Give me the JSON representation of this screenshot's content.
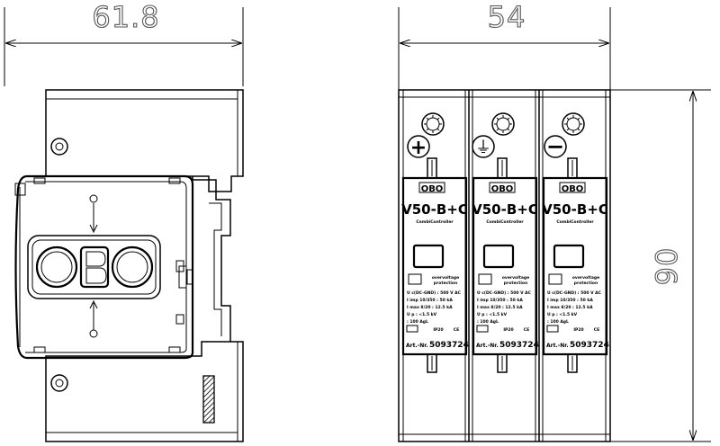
{
  "dimensions": {
    "left_width": "61.8",
    "middle_width": "54",
    "height": "90"
  },
  "side_view": {
    "logo_letters": [
      "O",
      "B",
      "O"
    ]
  },
  "modules": [
    {
      "polarity": "+",
      "polarity_icon": "plus-icon",
      "brand": "OBO",
      "model": "V50-B+C",
      "subtitle": "CombiController",
      "spec_header_a": "overvoltage",
      "spec_header_b": "protection",
      "spec_lines": [
        "U c(DC-GND) : 500 V AC",
        "I imp 10/350 :  50 kA",
        "I max 8/20  : 12.5 kA",
        "U p        : <1.5 kV",
        "            : 100 AgL"
      ],
      "footer_left": "IP20",
      "footer_right": "CE",
      "art_label": "Art.-Nr.",
      "art_number": "5093724"
    },
    {
      "polarity": "⏚",
      "polarity_icon": "ground-icon",
      "brand": "OBO",
      "model": "V50-B+C",
      "subtitle": "CombiController",
      "spec_header_a": "overvoltage",
      "spec_header_b": "protection",
      "spec_lines": [
        "U c(DC-GND) : 500 V AC",
        "I imp 10/350 :  50 kA",
        "I max 8/20  : 12.5 kA",
        "U p        : <1.5 kV",
        "            : 100 AgL"
      ],
      "footer_left": "IP20",
      "footer_right": "CE",
      "art_label": "Art.-Nr.",
      "art_number": "5093724"
    },
    {
      "polarity": "−",
      "polarity_icon": "minus-icon",
      "brand": "OBO",
      "model": "V50-B+C",
      "subtitle": "CombiController",
      "spec_header_a": "overvoltage",
      "spec_header_b": "protection",
      "spec_lines": [
        "U c(DC-GND) : 500 V AC",
        "I imp 10/350 :  50 kA",
        "I max 8/20  : 12.5 kA",
        "U p        : <1.5 kV",
        "            : 100 AgL"
      ],
      "footer_left": "IP20",
      "footer_right": "CE",
      "art_label": "Art.-Nr.",
      "art_number": "5093724"
    }
  ]
}
